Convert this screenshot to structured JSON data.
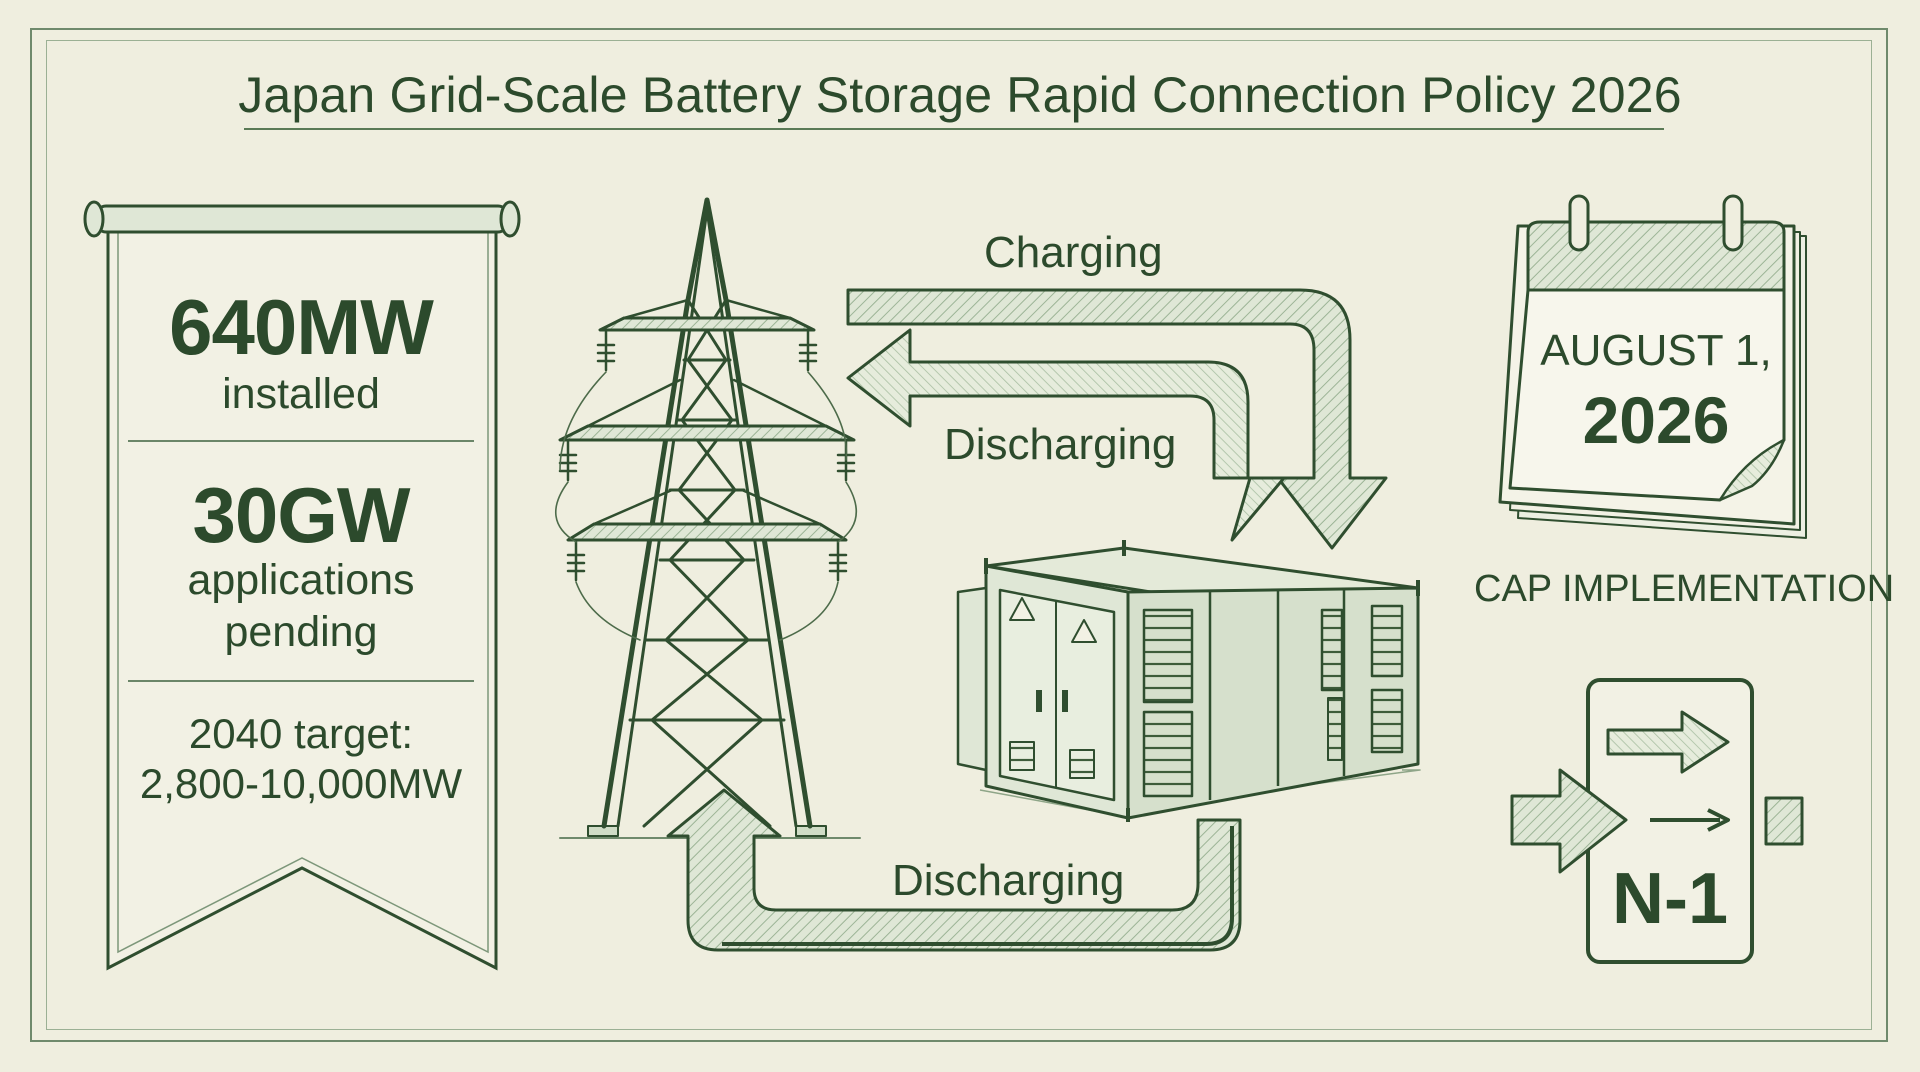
{
  "title": "Japan Grid-Scale Battery Storage Rapid Connection Policy 2026",
  "banner": {
    "installed_value": "640MW",
    "installed_label": "installed",
    "applications_value": "30GW",
    "applications_label_line1": "applications",
    "applications_label_line2": "pending",
    "target_line1": "2040 target:",
    "target_line2": "2,800-10,000MW"
  },
  "flows": {
    "charging_label": "Charging",
    "discharging_label_top": "Discharging",
    "discharging_label_bottom": "Discharging"
  },
  "calendar": {
    "date_line1": "AUGUST 1,",
    "date_line2": "2026",
    "caption": "CAP IMPLEMENTATION"
  },
  "n1_badge": {
    "text": "N-1"
  },
  "colors": {
    "background": "#efeedf",
    "ink": "#2c4a2c",
    "accent_green": "#cfdcc6"
  },
  "icons": [
    "transmission-tower-icon",
    "battery-container-icon",
    "calendar-icon",
    "n-1-icon",
    "warning-icon"
  ]
}
